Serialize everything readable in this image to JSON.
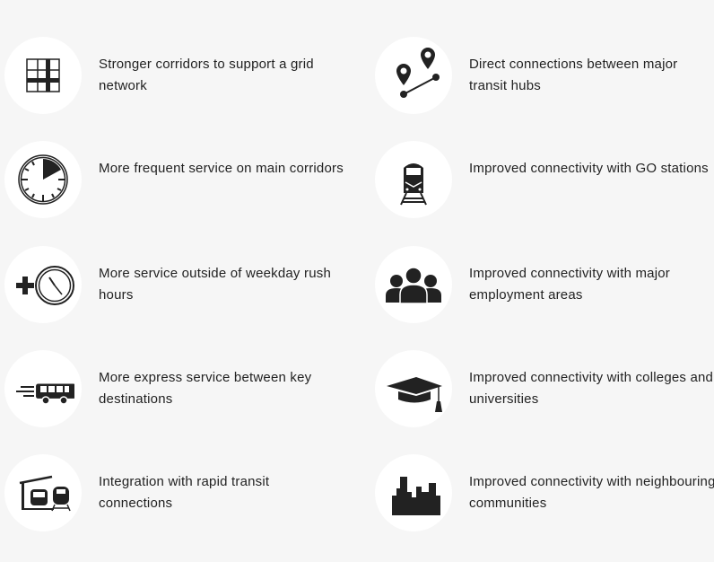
{
  "left": [
    {
      "label": "Stronger corridors to support a grid network",
      "icon": "grid-icon"
    },
    {
      "label": "More frequent service on main corridors",
      "icon": "clock-quarter-icon"
    },
    {
      "label": "More service outside of weekday rush hours",
      "icon": "plus-clock-icon"
    },
    {
      "label": "More express service between key destinations",
      "icon": "express-bus-icon"
    },
    {
      "label": "Integration with rapid transit connections",
      "icon": "bus-train-station-icon"
    }
  ],
  "right": [
    {
      "label": "Direct connections between major transit hubs",
      "icon": "map-pins-route-icon"
    },
    {
      "label": "Improved connectivity with GO stations",
      "icon": "train-icon"
    },
    {
      "label": "Improved connectivity with major employment areas",
      "icon": "people-group-icon"
    },
    {
      "label": "Improved connectivity with colleges and universities",
      "icon": "graduation-cap-icon"
    },
    {
      "label": "Improved connectivity with neighbouring communities",
      "icon": "city-skyline-icon"
    }
  ]
}
